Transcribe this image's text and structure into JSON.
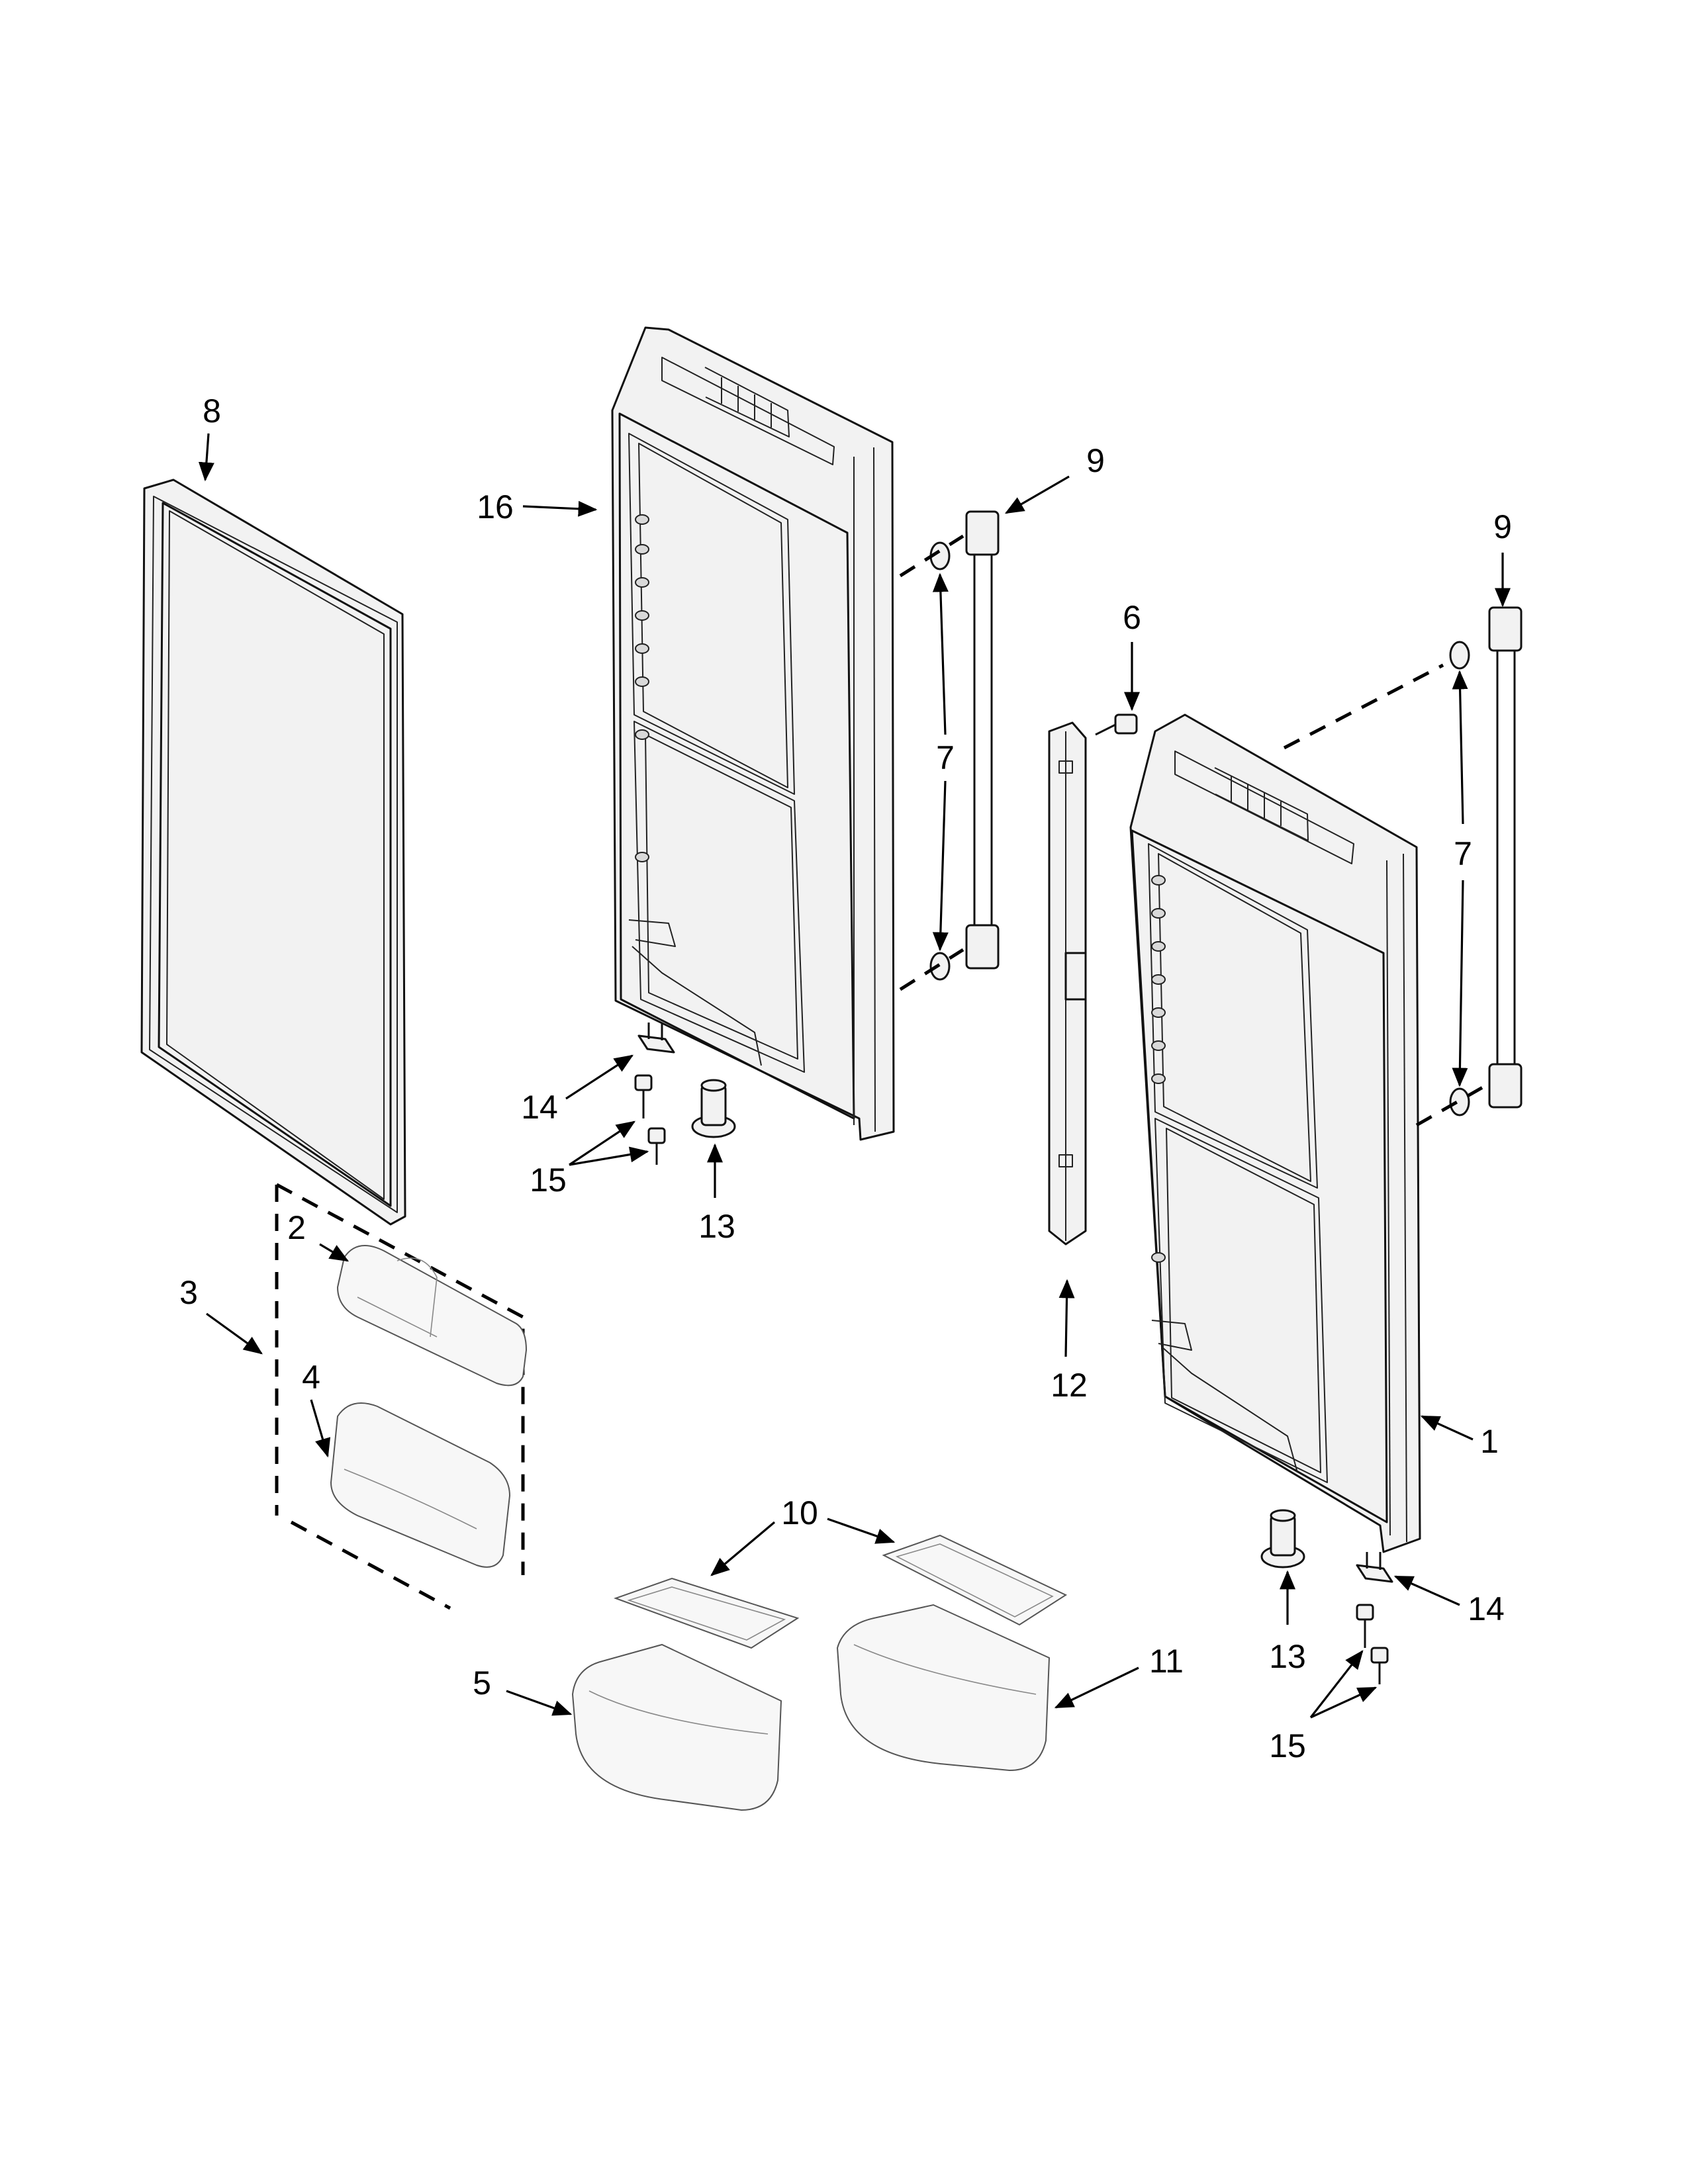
{
  "callouts": [
    {
      "id": "c8",
      "label": "8"
    },
    {
      "id": "c16",
      "label": "16"
    },
    {
      "id": "c9a",
      "label": "9"
    },
    {
      "id": "c9b",
      "label": "9"
    },
    {
      "id": "c6",
      "label": "6"
    },
    {
      "id": "c7a",
      "label": "7"
    },
    {
      "id": "c7b",
      "label": "7"
    },
    {
      "id": "c14a",
      "label": "14"
    },
    {
      "id": "c15a",
      "label": "15"
    },
    {
      "id": "c13a",
      "label": "13"
    },
    {
      "id": "c2",
      "label": "2"
    },
    {
      "id": "c3",
      "label": "3"
    },
    {
      "id": "c4",
      "label": "4"
    },
    {
      "id": "c12",
      "label": "12"
    },
    {
      "id": "c1",
      "label": "1"
    },
    {
      "id": "c10",
      "label": "10"
    },
    {
      "id": "c13b",
      "label": "13"
    },
    {
      "id": "c14b",
      "label": "14"
    },
    {
      "id": "c5",
      "label": "5"
    },
    {
      "id": "c11",
      "label": "11"
    },
    {
      "id": "c15b",
      "label": "15"
    }
  ]
}
